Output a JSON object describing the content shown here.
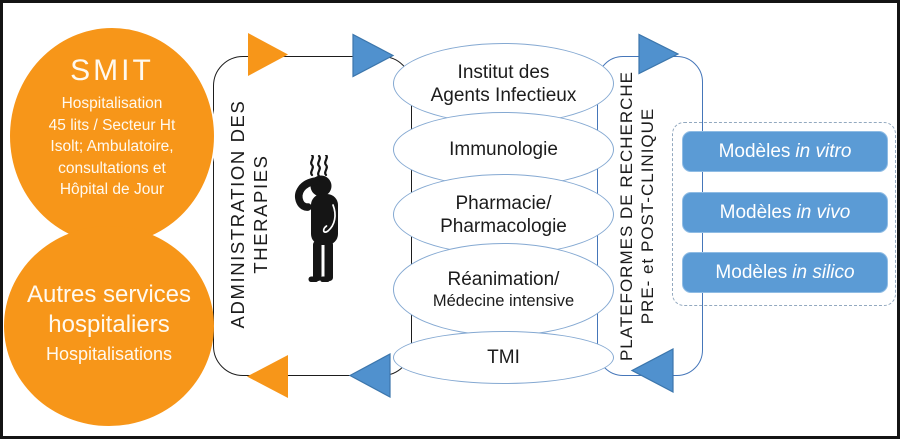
{
  "colors": {
    "orange": "#F79619",
    "blue": "#5B9BD5",
    "blue_dark": "#3C76AC",
    "arrow_blue": "#5091CE",
    "ellipse_border": "#85A9D2",
    "platform_border": "#4576B9",
    "dashed_border": "#93A9BF",
    "ink": "#1C1C1C",
    "frame": "#141414",
    "circle_text": "#FFF9EF"
  },
  "left": {
    "smit": {
      "title": "SMIT",
      "lines": [
        "Hospitalisation",
        "45 lits / Secteur Ht",
        "Isolt; Ambulatoire,",
        "consultations et",
        "Hôpital de Jour"
      ]
    },
    "autres": {
      "lines": [
        "Autres services",
        "hospitaliers"
      ],
      "subtitle": "Hospitalisations"
    }
  },
  "admin_box": {
    "lines": [
      "ADMINISTRATION DES",
      "THERAPIES"
    ],
    "icon": "febrile-person-icon"
  },
  "services": [
    {
      "lines": [
        "Institut des",
        "Agents Infectieux"
      ]
    },
    {
      "lines": [
        "Immunologie"
      ]
    },
    {
      "lines": [
        "Pharmacie/",
        "Pharmacologie"
      ]
    },
    {
      "lines": [
        "Réanimation/",
        "Médecine intensive"
      ]
    },
    {
      "lines": [
        "TMI"
      ]
    }
  ],
  "platforms_box": {
    "lines": [
      "PLATEFORMES DE RECHERCHE",
      "PRE- et POST-CLINIQUE"
    ]
  },
  "models": [
    {
      "prefix": "Modèles",
      "term": "in vitro"
    },
    {
      "prefix": "Modèles",
      "term": "in vivo"
    },
    {
      "prefix": "Modèles",
      "term": "in silico"
    }
  ],
  "icons": {
    "person": "febrile-person-icon",
    "heat": "heat-waves-icon",
    "arrows": [
      "flow-arrow-top-orange",
      "flow-arrow-top-blue-left",
      "flow-arrow-top-blue-right",
      "flow-arrow-bottom-orange",
      "flow-arrow-bottom-blue-left",
      "flow-arrow-bottom-blue-right"
    ]
  }
}
